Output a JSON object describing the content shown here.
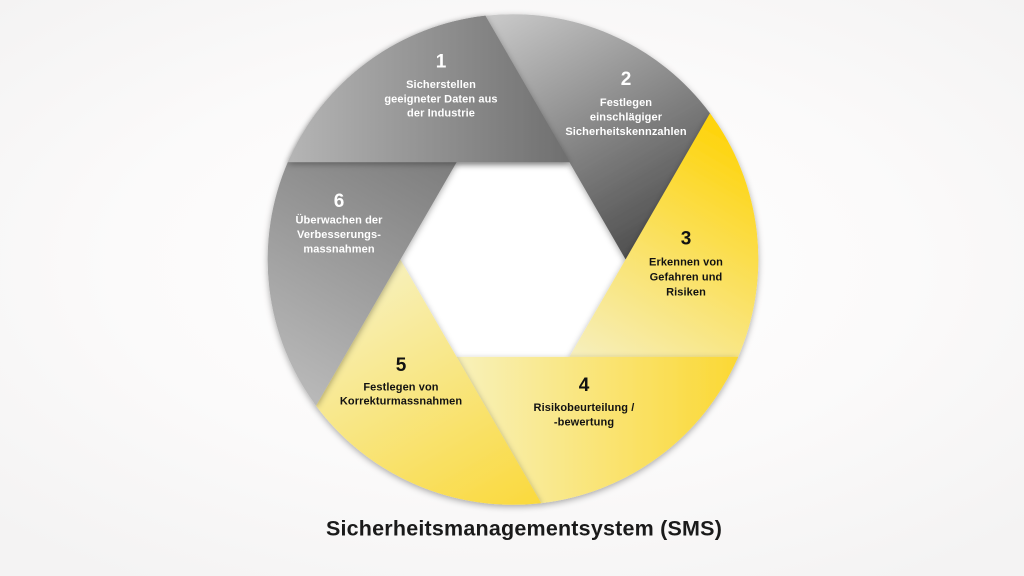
{
  "title": "Sicherheitsmanagementsystem (SMS)",
  "diagram": {
    "type": "cycle-aperture",
    "segments": [
      {
        "number": "1",
        "lines": [
          "Sicherstellen",
          "geeigneter Daten aus",
          "der Industrie"
        ],
        "theme": "gray"
      },
      {
        "number": "2",
        "lines": [
          "Festlegen",
          "einschlägiger",
          "Sicherheitskennzahlen"
        ],
        "theme": "gray"
      },
      {
        "number": "3",
        "lines": [
          "Erkennen von",
          "Gefahren und",
          "Risiken"
        ],
        "theme": "yellow"
      },
      {
        "number": "4",
        "lines": [
          "Risikobeurteilung /",
          "-bewertung"
        ],
        "theme": "yellow"
      },
      {
        "number": "5",
        "lines": [
          "Festlegen von",
          "Korrekturmassnahmen"
        ],
        "theme": "yellow"
      },
      {
        "number": "6",
        "lines": [
          "Überwachen der",
          "Verbesserungs-",
          "massnahmen"
        ],
        "theme": "gray"
      }
    ]
  },
  "colors": {
    "segment1": [
      "#b5b5b5",
      "#6f6f6f"
    ],
    "segment2": [
      "#cacaca",
      "#4f4f4f"
    ],
    "segment3": [
      "#fed307",
      "#f6efbf"
    ],
    "segment4": [
      "#fbd834",
      "#f8f1bb"
    ],
    "segment5": [
      "#fad93c",
      "#f7f0ba"
    ],
    "segment6": [
      "#b9b9b9",
      "#7d7d7d"
    ],
    "label_on_gray": "#ffffff",
    "label_on_yellow": "#121212",
    "title_text": "#1a1a1a",
    "center_hole": "#ffffff",
    "background": "#f7f6f6"
  }
}
